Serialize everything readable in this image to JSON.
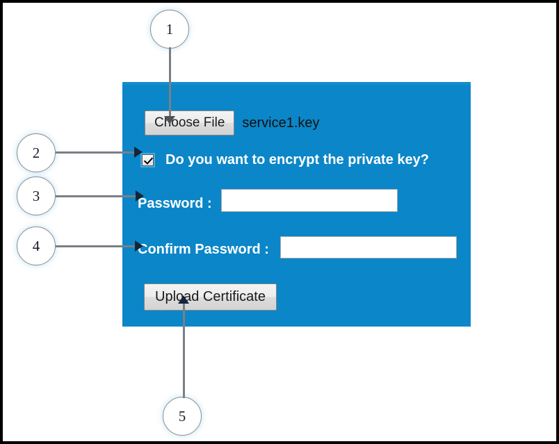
{
  "colors": {
    "panel_blue": "#0b86c8",
    "frame_black": "#000000",
    "canvas_white": "#ffffff",
    "callout_border": "#8b8b8b",
    "connector_gray": "#7a7f85",
    "arrow_dark": "#12263a",
    "label_white": "#ffffff"
  },
  "form": {
    "file_row": {
      "choose_file_label": "Choose File",
      "selected_file_name": "service1.key"
    },
    "encrypt": {
      "label": "Do you want to encrypt the private key?",
      "checked": true
    },
    "password": {
      "label": "Password :",
      "value": "",
      "placeholder": ""
    },
    "confirm_password": {
      "label": "Confirm Password :",
      "value": "",
      "placeholder": ""
    },
    "submit": {
      "label": "Upload Certificate"
    }
  },
  "callouts": [
    {
      "number": "1",
      "target": "choose-file-button"
    },
    {
      "number": "2",
      "target": "encrypt-checkbox"
    },
    {
      "number": "3",
      "target": "password-input"
    },
    {
      "number": "4",
      "target": "confirm-password-input"
    },
    {
      "number": "5",
      "target": "upload-certificate-button"
    }
  ]
}
